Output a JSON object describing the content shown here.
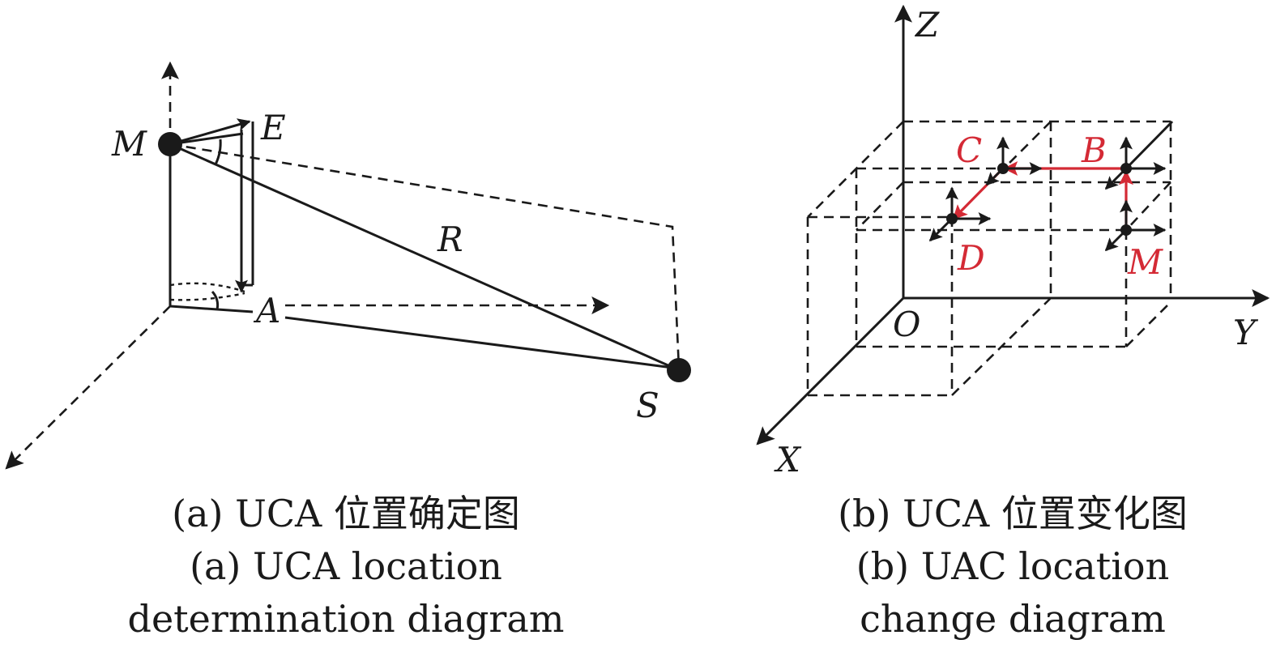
{
  "panel_a": {
    "labels": {
      "M": "M",
      "E": "E",
      "R": "R",
      "A": "A",
      "S": "S"
    },
    "caption_cn": "(a) UCA 位置确定图",
    "caption_en_1": "(a) UCA location",
    "caption_en_2": "determination diagram"
  },
  "panel_b": {
    "axes": {
      "Z": "Z",
      "Y": "Y",
      "X": "X",
      "O": "O"
    },
    "points": {
      "C": "C",
      "B": "B",
      "D": "D",
      "M": "M"
    },
    "caption_cn": "(b) UCA 位置变化图",
    "caption_en_1": "(b) UAC location",
    "caption_en_2": "change diagram"
  },
  "colors": {
    "ink": "#1a1a1a",
    "highlight": "#d42a35"
  }
}
